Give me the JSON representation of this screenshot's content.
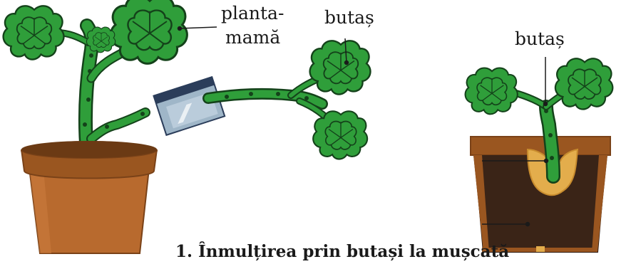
{
  "labels": {
    "mother_plant_line1": "planta-",
    "mother_plant_line2": "mamă",
    "cutting_left": "butaș",
    "cutting_right": "butaș"
  },
  "caption": "1. Înmulțirea prin butași la mușcată",
  "colors": {
    "leaf_fill": "#2f9e3a",
    "leaf_line": "#14421a",
    "pot_main": "#b86a2e",
    "pot_rim": "#9a5620",
    "soil": "#3a2417",
    "rooting_medium": "#e3ad4c",
    "blade": "#9fb6c8",
    "blade_back": "#2b3d5a"
  }
}
